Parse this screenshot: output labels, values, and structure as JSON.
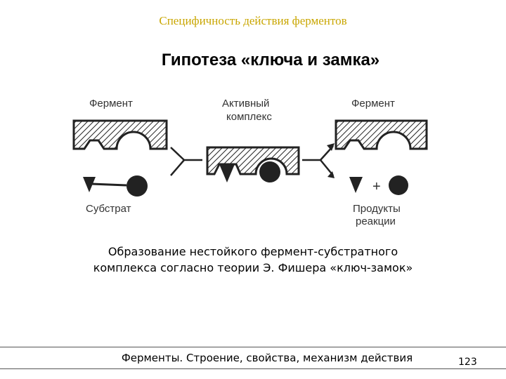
{
  "header": {
    "subtitle": "Специфичность действия ферментов"
  },
  "title": "Гипотеза «ключа и замка»",
  "diagram": {
    "enzyme_left_label": "Фермент",
    "active_complex_label": [
      "Активный",
      "комплекс"
    ],
    "enzyme_right_label": "Фермент",
    "substrate_label": "Субстрат",
    "products_label": [
      "Продукты",
      "реакции"
    ],
    "plus_sign": "+"
  },
  "caption": {
    "line1": "Образование нестойкого фермент-субстратного",
    "line2": "комплекса согласно теории Э. Фишера «ключ-замок»"
  },
  "footer": {
    "text": "Ферменты. Строение, свойства, механизм действия",
    "page_number": "123"
  }
}
